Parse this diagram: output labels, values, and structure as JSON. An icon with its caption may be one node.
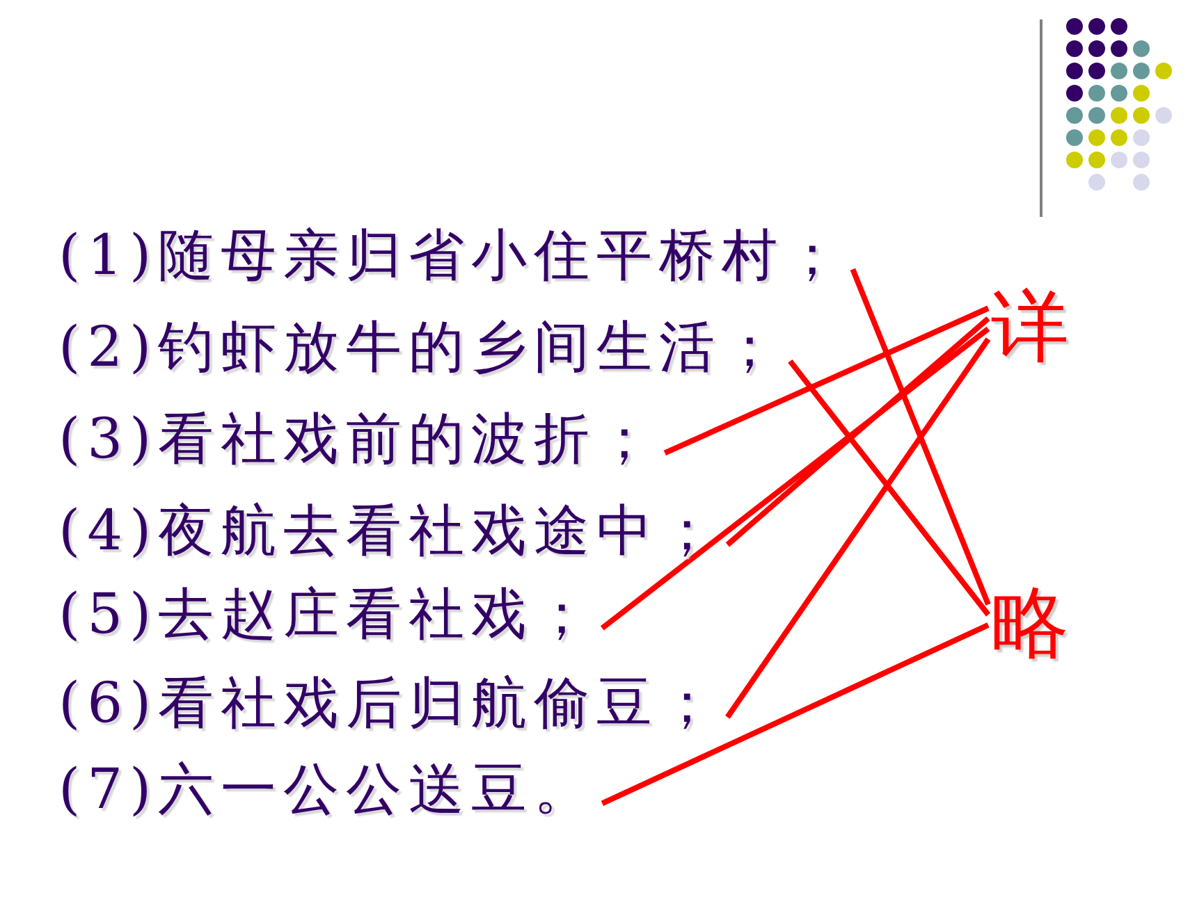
{
  "diagram": {
    "nodes": [
      {
        "text": [
          "(1)随母亲归省小住平桥村；"
        ]
      },
      {
        "text": [
          "(2)钓虾放牛的乡间生活；"
        ]
      },
      {
        "text": [
          "(3)看社戏前的波折；"
        ]
      },
      {
        "text": [
          "(4)夜航去看社戏途中；"
        ]
      },
      {
        "text": [
          "(5)去赵庄看社戏；"
        ]
      },
      {
        "text": [
          "(6)看社戏后归航偷豆；"
        ]
      },
      {
        "text": [
          "(7)六一公公送豆。"
        ]
      },
      {
        "text": [
          "详"
        ]
      },
      {
        "text": [
          "略"
        ]
      }
    ],
    "edges": [
      {
        "from": 0,
        "to": 8,
        "arrow": "none",
        "color": "#ff0000"
      },
      {
        "from": 1,
        "to": 8,
        "arrow": "none",
        "color": "#ff0000"
      },
      {
        "from": 2,
        "to": 7,
        "arrow": "none",
        "color": "#ff0000"
      },
      {
        "from": 3,
        "to": 7,
        "arrow": "none",
        "color": "#ff0000"
      },
      {
        "from": 4,
        "to": 7,
        "arrow": "none",
        "color": "#ff0000"
      },
      {
        "from": 5,
        "to": 7,
        "arrow": "none",
        "color": "#ff0000"
      },
      {
        "from": 6,
        "to": 8,
        "arrow": "none",
        "color": "#ff0000"
      }
    ]
  }
}
